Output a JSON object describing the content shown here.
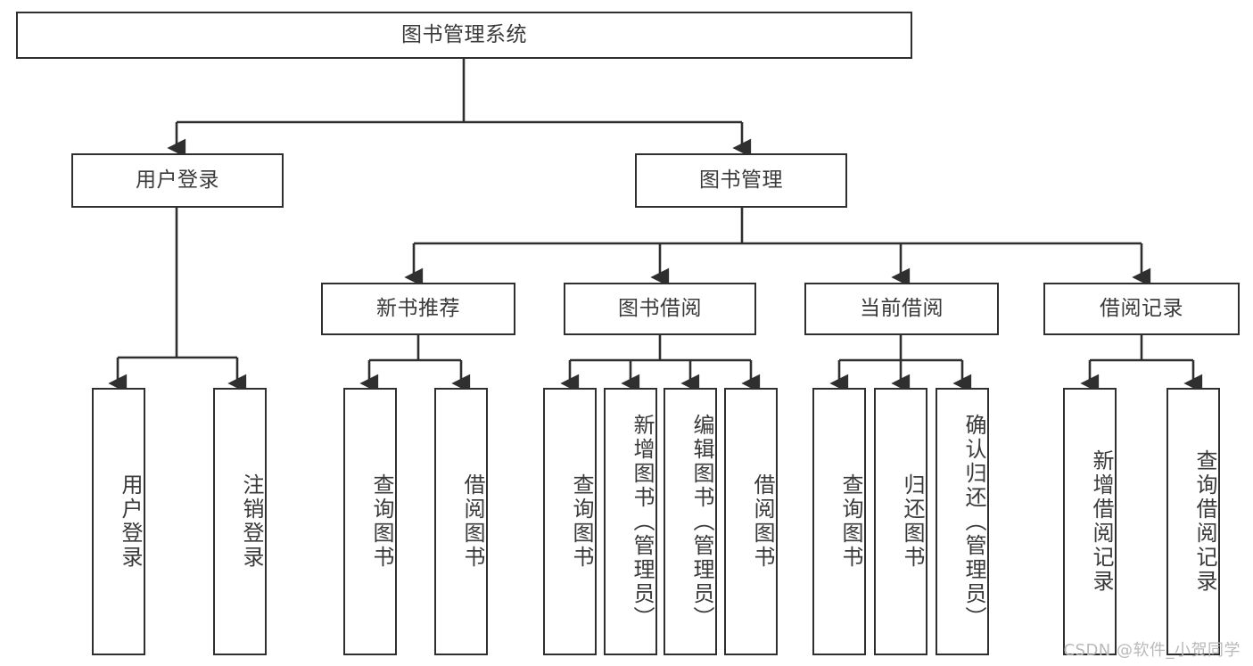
{
  "diagram": {
    "title": "图书管理系统",
    "type": "functional-structure-tree",
    "orientation": "top-down",
    "stroke_color": "#2f2f2f",
    "text_color": "#3a3a3a",
    "background_color": "#ffffff",
    "nodes": {
      "root": {
        "label": "图书管理系统",
        "level": 0
      },
      "level2": [
        {
          "id": "user-login",
          "label": "用户登录"
        },
        {
          "id": "book-management",
          "label": "图书管理"
        }
      ],
      "level3": [
        {
          "id": "new-book-recommend",
          "label": "新书推荐",
          "parent": "book-management"
        },
        {
          "id": "book-borrow",
          "label": "图书借阅",
          "parent": "book-management"
        },
        {
          "id": "current-borrow",
          "label": "当前借阅",
          "parent": "book-management"
        },
        {
          "id": "borrow-record",
          "label": "借阅记录",
          "parent": "book-management"
        }
      ],
      "leaves": [
        {
          "id": "leaf-user-login",
          "label": "用户登录",
          "parent": "user-login"
        },
        {
          "id": "leaf-logout-login",
          "label": "注销登录",
          "parent": "user-login"
        },
        {
          "id": "leaf-query-book-1",
          "label": "查询图书",
          "parent": "new-book-recommend"
        },
        {
          "id": "leaf-borrow-book-1",
          "label": "借阅图书",
          "parent": "new-book-recommend"
        },
        {
          "id": "leaf-query-book-2",
          "label": "查询图书",
          "parent": "book-borrow"
        },
        {
          "id": "leaf-add-book",
          "label": "新增图书（管理员）",
          "parent": "book-borrow"
        },
        {
          "id": "leaf-edit-book",
          "label": "编辑图书（管理员）",
          "parent": "book-borrow"
        },
        {
          "id": "leaf-borrow-book-2",
          "label": "借阅图书",
          "parent": "book-borrow"
        },
        {
          "id": "leaf-query-book-3",
          "label": "查询图书",
          "parent": "current-borrow"
        },
        {
          "id": "leaf-return-book",
          "label": "归还图书",
          "parent": "current-borrow"
        },
        {
          "id": "leaf-confirm-return",
          "label": "确认归还（管理员）",
          "parent": "current-borrow"
        },
        {
          "id": "leaf-add-record",
          "label": "新增借阅记录",
          "parent": "borrow-record"
        },
        {
          "id": "leaf-query-record",
          "label": "查询借阅记录",
          "parent": "borrow-record"
        }
      ]
    },
    "watermark": "CSDN @软件_小贺同学"
  }
}
